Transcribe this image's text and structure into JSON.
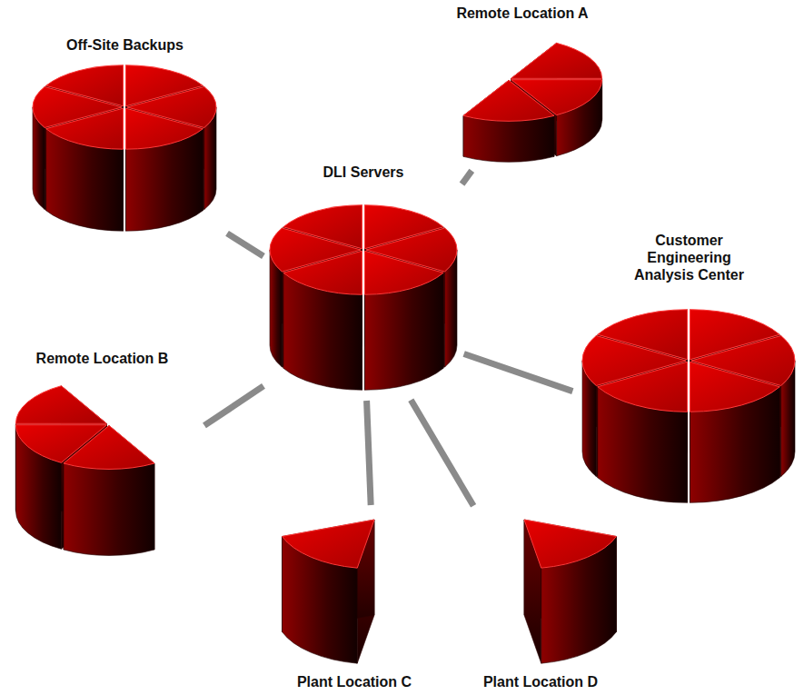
{
  "diagram": {
    "nodes": [
      {
        "text": [
          "Off-Site Backups"
        ]
      },
      {
        "text": [
          "Remote Location A"
        ]
      },
      {
        "text": [
          "DLI Servers"
        ]
      },
      {
        "text": [
          "Customer Engineering Analysis Center"
        ]
      },
      {
        "text": [
          "Remote Location B"
        ]
      },
      {
        "text": [
          "Plant Location C"
        ]
      },
      {
        "text": [
          "Plant Location D"
        ]
      }
    ],
    "edges": [
      {
        "from": 2,
        "to": 0,
        "arrow": "none"
      },
      {
        "from": 2,
        "to": 1,
        "arrow": "none"
      },
      {
        "from": 2,
        "to": 3,
        "arrow": "none"
      },
      {
        "from": 2,
        "to": 4,
        "arrow": "none"
      },
      {
        "from": 2,
        "to": 5,
        "arrow": "none"
      },
      {
        "from": 2,
        "to": 6,
        "arrow": "none"
      }
    ]
  }
}
